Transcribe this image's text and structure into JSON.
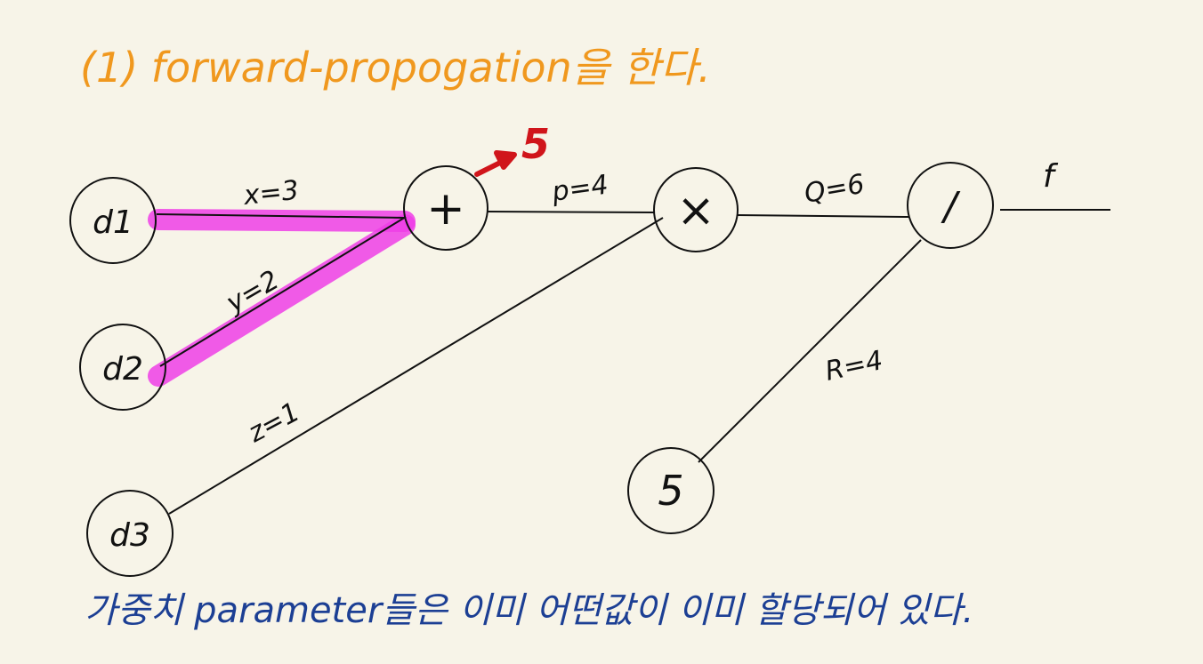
{
  "title": {
    "text": "(1)   forward-propogation을  한다.",
    "color": "#f0981e"
  },
  "note": {
    "text": "가중치  parameter들은 이미 어떤값이  이미 할당되어 있다.",
    "color": "#1c3f94"
  },
  "nodes": {
    "d1": "d1",
    "d2": "d2",
    "d3": "d3",
    "plus": "+",
    "times": "×",
    "div": "/",
    "five": "5"
  },
  "edges": {
    "x": "x=3",
    "y": "y=2",
    "z": "z=1",
    "p": "p=4",
    "q": "Q=6",
    "r": "R=4",
    "f": "f"
  },
  "result": {
    "text": "5",
    "color": "#d0151b"
  },
  "highlight": {
    "color": "#ee3ee6"
  },
  "ink": {
    "color": "#111111"
  }
}
